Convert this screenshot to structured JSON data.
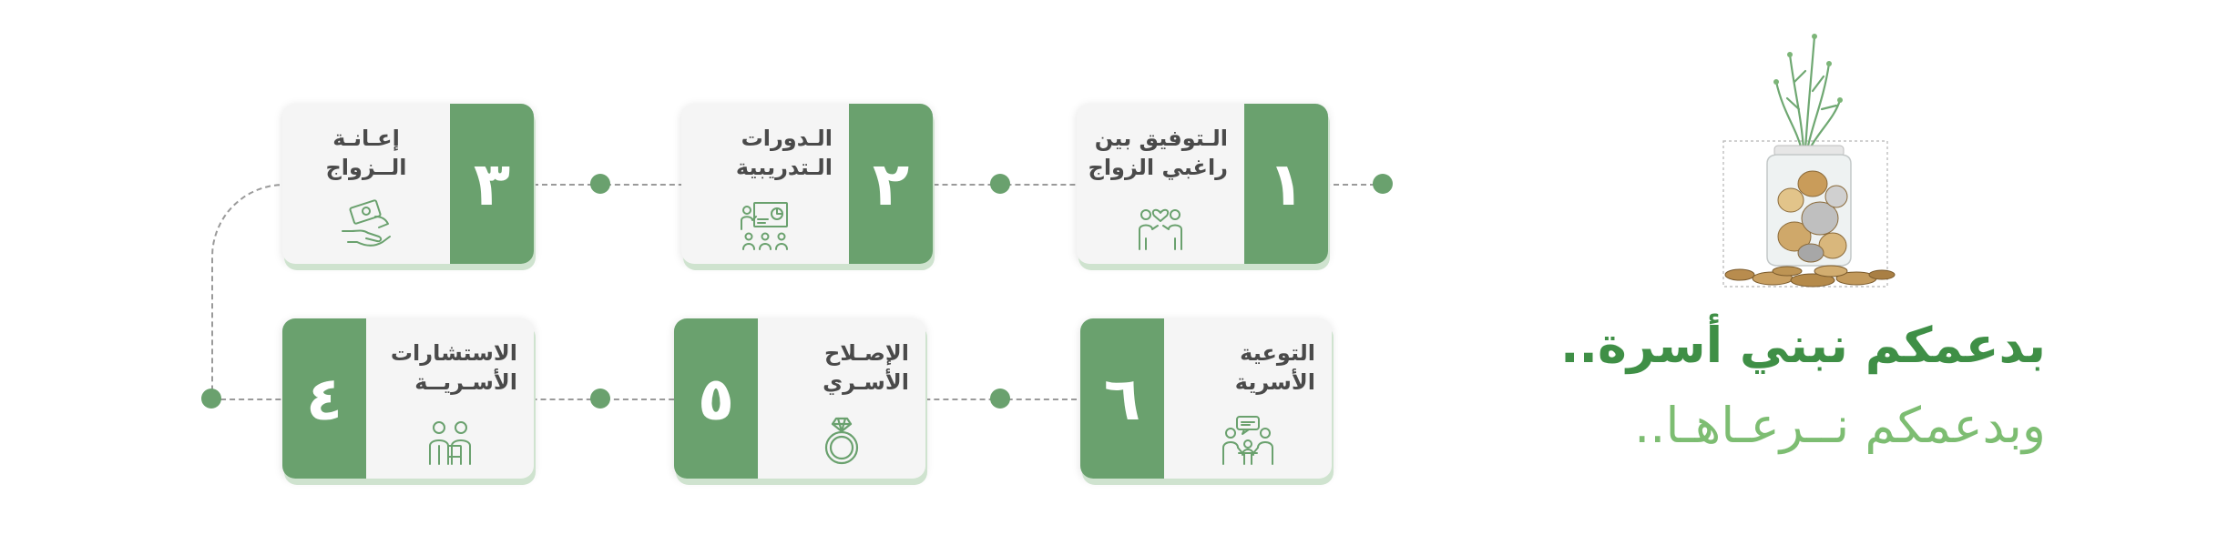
{
  "steps": [
    {
      "num": "١",
      "line1": "الـتوفيق بين",
      "line2": "راغبي الزواج",
      "icon": "couple-heart-icon"
    },
    {
      "num": "٢",
      "line1": "الـدورات",
      "line2": "الـتدريبية",
      "icon": "training-presentation-icon"
    },
    {
      "num": "٣",
      "line1": "إعـانـة",
      "line2": "الــزواج",
      "icon": "hand-giving-money-icon"
    },
    {
      "num": "٤",
      "line1": "الاستشارات",
      "line2": "الأسـريــة",
      "icon": "consultation-people-icon"
    },
    {
      "num": "٥",
      "line1": "الإصـلاح",
      "line2": "الأسـري",
      "icon": "ring-icon"
    },
    {
      "num": "٦",
      "line1": "التوعية",
      "line2": "الأسرية",
      "icon": "family-talk-icon"
    }
  ],
  "slogan": {
    "line1": "بدعمكم نبني أسرة..",
    "line2": "وبدعمكم نــرعـاهـا.."
  },
  "illustration": "coin-jar-with-plant-icon",
  "colors": {
    "accent": "#6aa16e",
    "slogan_dark": "#3f8f46",
    "slogan_light": "#7dbd72",
    "card_bg": "#f5f5f5",
    "text": "#4a4a4a"
  }
}
